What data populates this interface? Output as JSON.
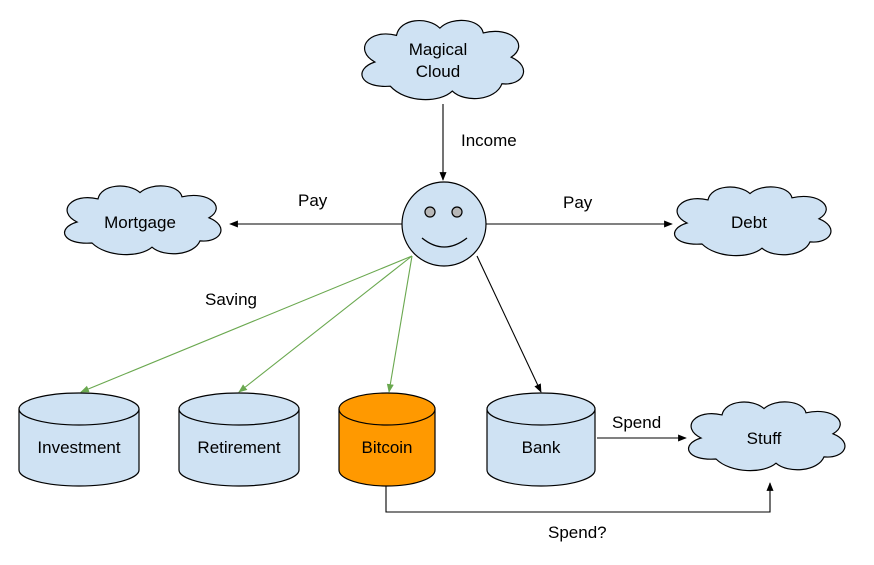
{
  "nodes": {
    "cloud": {
      "line1": "Magical",
      "line2": "Cloud"
    },
    "mortgage": "Mortgage",
    "debt": "Debt",
    "stuff": "Stuff",
    "investment": "Investment",
    "retirement": "Retirement",
    "bitcoin": "Bitcoin",
    "bank": "Bank"
  },
  "edges": {
    "income": "Income",
    "pay_left": "Pay",
    "pay_right": "Pay",
    "saving": "Saving",
    "spend": "Spend",
    "spend_q": "Spend?"
  },
  "colors": {
    "node_fill": "#cfe2f3",
    "bitcoin_fill": "#ff9900",
    "saving_arrow": "#6aa84f"
  }
}
